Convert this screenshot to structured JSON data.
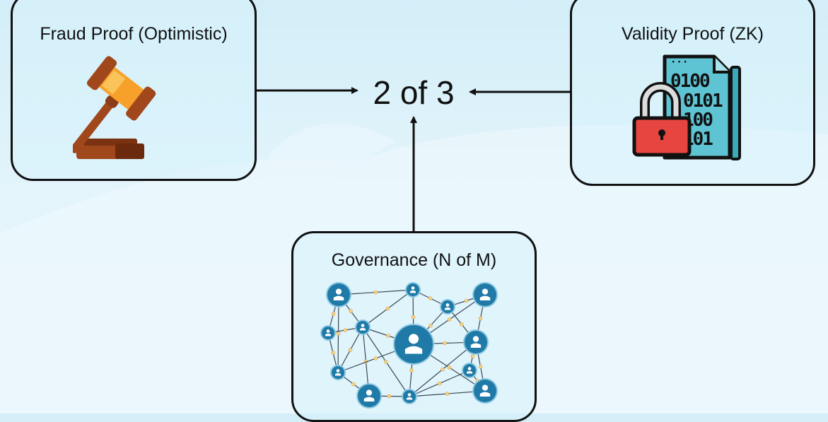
{
  "diagram": {
    "center_label": "2 of 3",
    "boxes": [
      {
        "id": "fraud",
        "title": "Fraud Proof (Optimistic)",
        "icon": "gavel-icon"
      },
      {
        "id": "validity",
        "title": "Validity Proof (ZK)",
        "icon": "binary-document-unlocked-icon"
      },
      {
        "id": "governance",
        "title": "Governance (N of M)",
        "icon": "people-network-icon"
      }
    ],
    "binary_lines": [
      "0100",
      "0101",
      "100",
      "101"
    ],
    "colors": {
      "stroke": "#111111",
      "gavel_brown": "#a0481c",
      "gavel_orange": "#f7a12a",
      "document_teal": "#5ec4d4",
      "lock_red": "#e64540",
      "node_blue": "#1f7aa8",
      "link_dot": "#f3d28a"
    }
  }
}
